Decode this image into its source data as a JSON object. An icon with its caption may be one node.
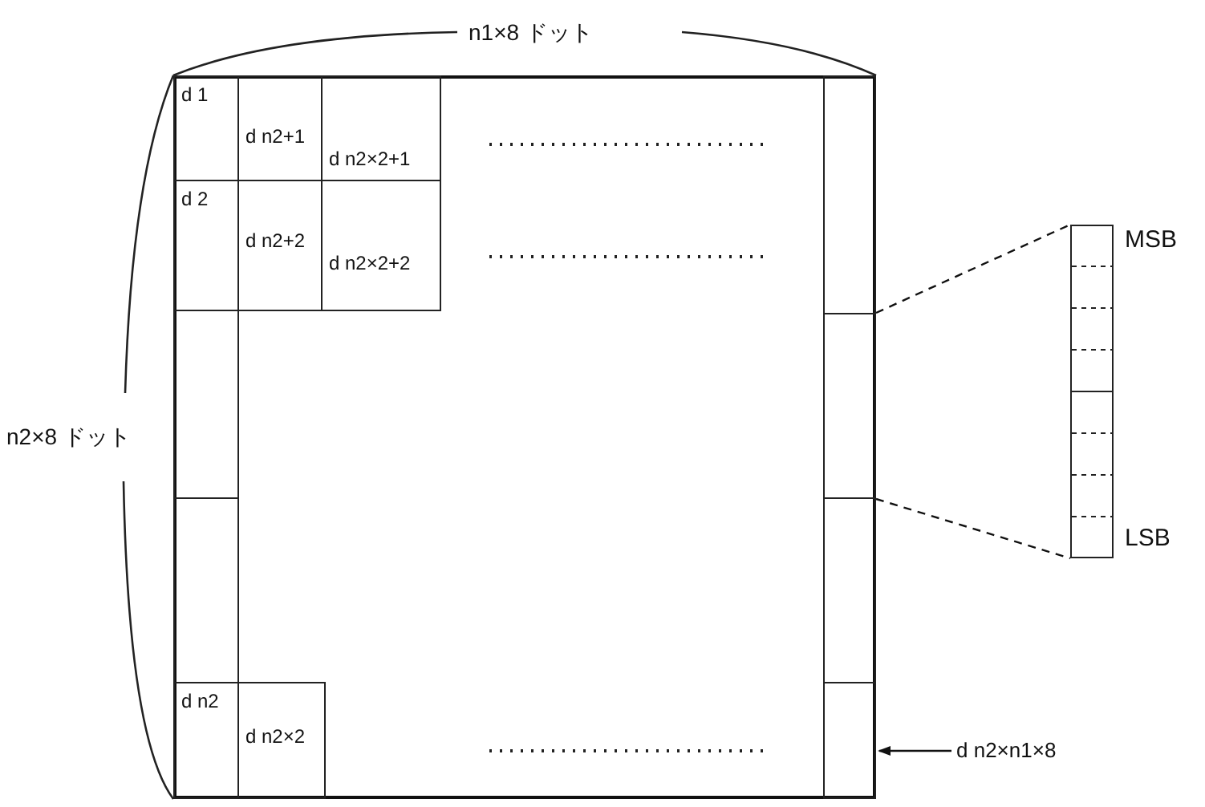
{
  "diagram": {
    "nodes": [
      {
        "text": [],
        "shape": "box"
      },
      {
        "text": [
          "d 1"
        ],
        "in": 0
      },
      {
        "text": [
          "d n2+1"
        ],
        "in": 0
      },
      {
        "text": [
          "d n2×2+1"
        ],
        "in": 0
      },
      {
        "text": [],
        "shape": "box",
        "in": 0
      },
      {
        "text": [
          "d 2"
        ],
        "in": 0
      },
      {
        "text": [
          "d n2+2"
        ],
        "in": 0
      },
      {
        "text": [
          "d n2×2+2"
        ],
        "in": 0
      },
      {
        "text": [],
        "shape": "box",
        "in": 0
      },
      {
        "text": [],
        "shape": "box",
        "in": 0
      },
      {
        "text": [],
        "shape": "box",
        "in": 0
      },
      {
        "text": [],
        "shape": "box",
        "in": 0
      },
      {
        "text": [
          "d n2"
        ],
        "in": 0
      },
      {
        "text": [
          "d n2×2"
        ],
        "in": 0
      },
      {
        "text": [],
        "shape": "box",
        "in": 0
      },
      {
        "text": [],
        "shape": "box",
        "beside": [
          "MSB",
          "LSB"
        ]
      },
      {
        "text": [
          "d n2×n1×8"
        ]
      }
    ],
    "edges": [
      {
        "from": 9,
        "to": 15,
        "arrow": "none",
        "style": "dashed"
      },
      {
        "from": 9,
        "to": 15,
        "arrow": "none",
        "style": "dashed"
      },
      {
        "from": 16,
        "to": 14,
        "arrow": "to"
      }
    ],
    "labels": [
      "n1×8 ドット",
      "n2×8 ドット"
    ]
  }
}
